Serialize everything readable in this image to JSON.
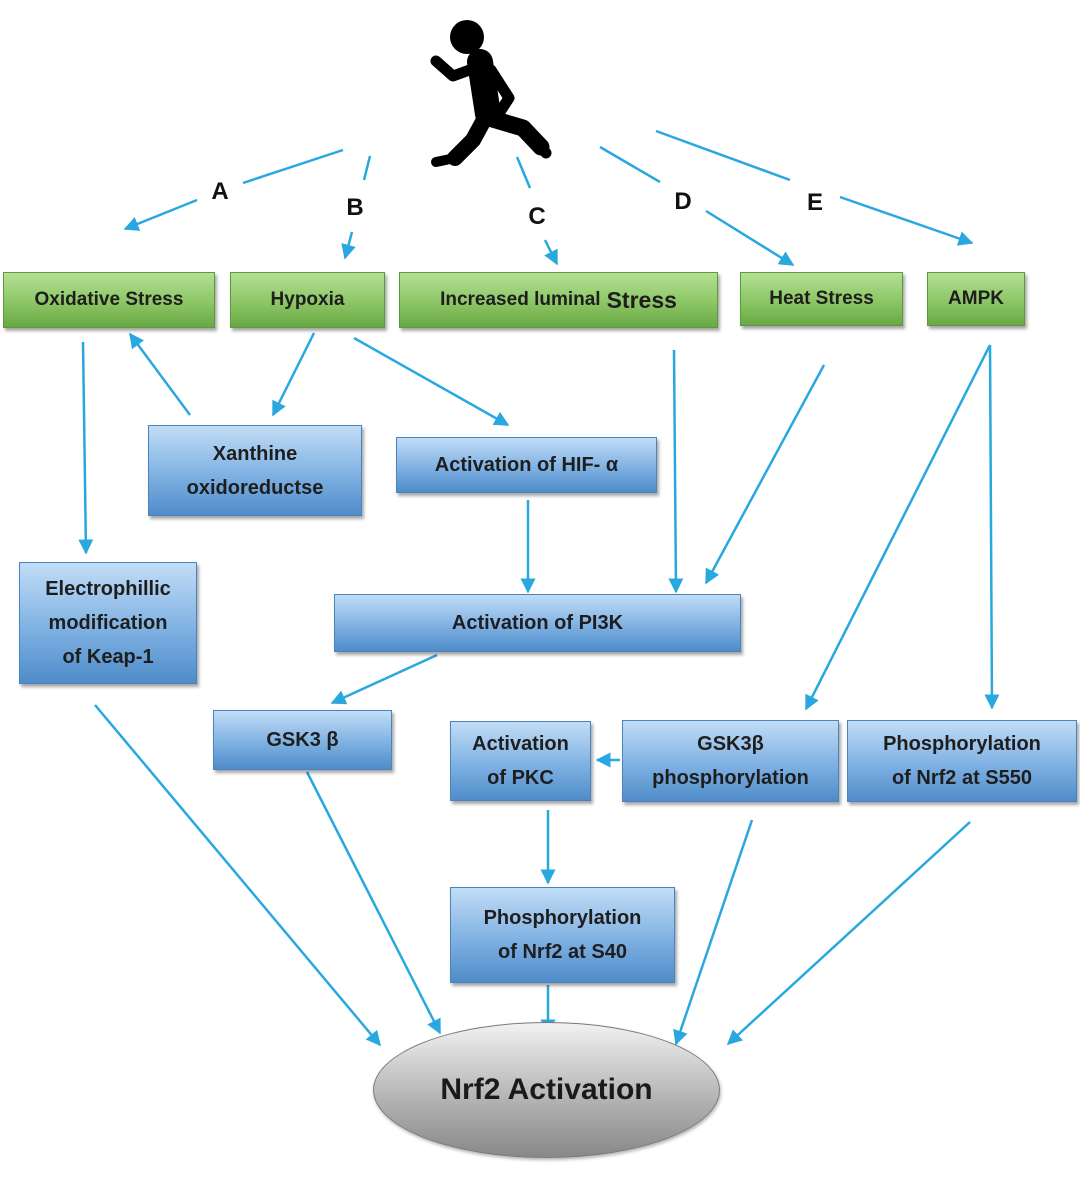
{
  "branch_labels": [
    "A",
    "B",
    "C",
    "D",
    "E"
  ],
  "stress_factors": {
    "oxidative_stress": "Oxidative Stress",
    "hypoxia": "Hypoxia",
    "luminal_stress": [
      "Increased luminal",
      "Stress"
    ],
    "heat_stress": "Heat Stress",
    "ampk": "AMPK"
  },
  "mediators": {
    "xanthine": [
      "Xanthine",
      "oxidoreductse"
    ],
    "hif": "Activation of HIF- α",
    "keap1": [
      "Electrophillic",
      "modification",
      "of Keap-1"
    ],
    "pi3k": "Activation of PI3K",
    "gsk3b": "GSK3 β",
    "pkc": [
      "Activation",
      "of PKC"
    ],
    "gsk3b_phos": [
      "GSK3β",
      "phosphorylation"
    ],
    "s550": [
      "Phosphorylation",
      "of Nrf2 at S550"
    ],
    "s40": [
      "Phosphorylation",
      "of Nrf2 at S40"
    ]
  },
  "outcome": "Nrf2 Activation",
  "icons": {
    "runner": "running-person-icon"
  },
  "colors": {
    "arrow": "#29a8e0",
    "green_box": "#8cc665",
    "blue_box": "#7fb1e3",
    "ellipse": "#b0b0b0",
    "runner": "#000000"
  }
}
